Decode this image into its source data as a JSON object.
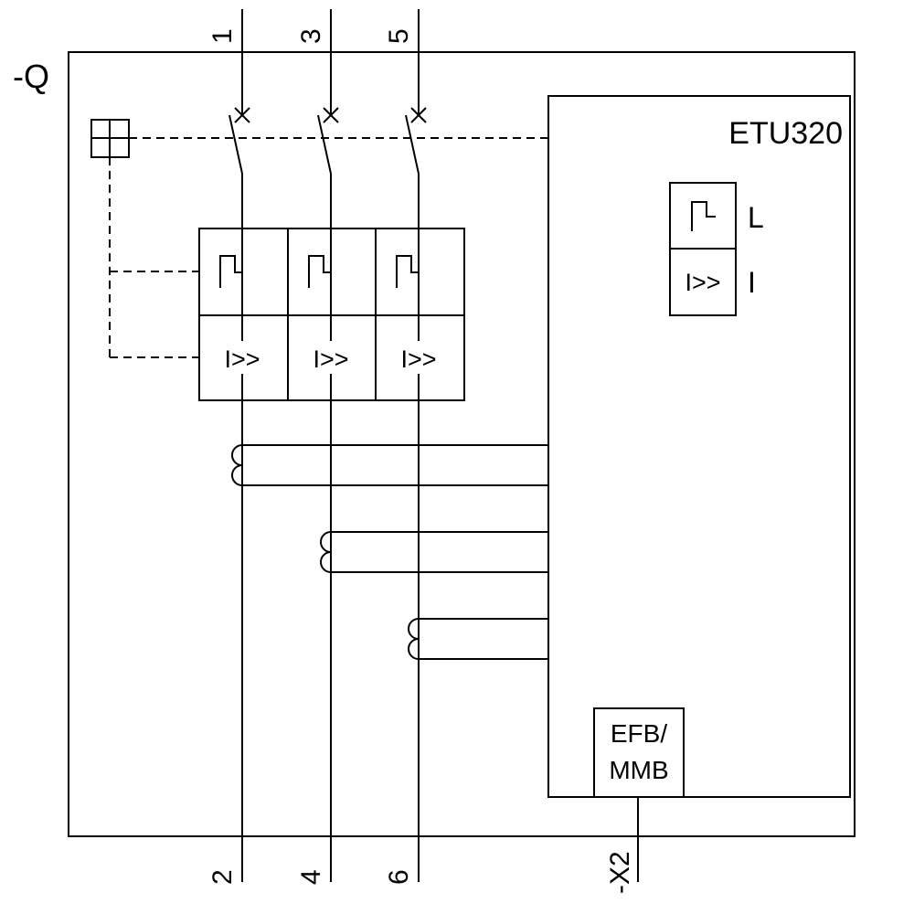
{
  "device": {
    "label": "-Q"
  },
  "terminals": {
    "top": [
      "1",
      "3",
      "5"
    ],
    "bottom": [
      "2",
      "4",
      "6"
    ]
  },
  "trip_unit": {
    "label": "ETU320",
    "long_time_label": "L",
    "instantaneous_label": "I",
    "instantaneous_symbol": "I>>"
  },
  "pole_protection": {
    "instantaneous_symbol": "I>>"
  },
  "aux_module": {
    "line1": "EFB/",
    "line2": "MMB"
  },
  "connector": {
    "label": "-X2"
  },
  "colors": {
    "line": "#000000",
    "background": "#ffffff"
  }
}
